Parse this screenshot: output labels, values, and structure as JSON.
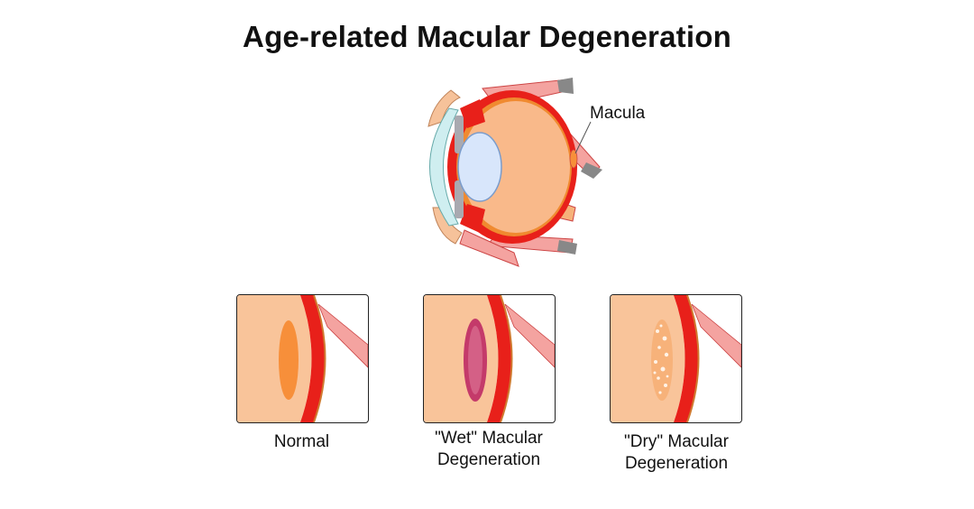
{
  "title": "Age-related Macular Degeneration",
  "labels": {
    "macula": "Macula"
  },
  "panels": [
    {
      "caption_line1": "Normal",
      "caption_line2": ""
    },
    {
      "caption_line1": "\"Wet\" Macular",
      "caption_line2": "Degeneration"
    },
    {
      "caption_line1": "\"Dry\" Macular",
      "caption_line2": "Degeneration"
    }
  ],
  "colors": {
    "sclera_red": "#e8201a",
    "vitreous": "#f9b98a",
    "macula_normal": "#f78f3a",
    "macula_wet": "#c43a6a",
    "lens": "#d8e6fb",
    "cornea": "#cfeef0",
    "muscle": "#f4a3a0"
  }
}
